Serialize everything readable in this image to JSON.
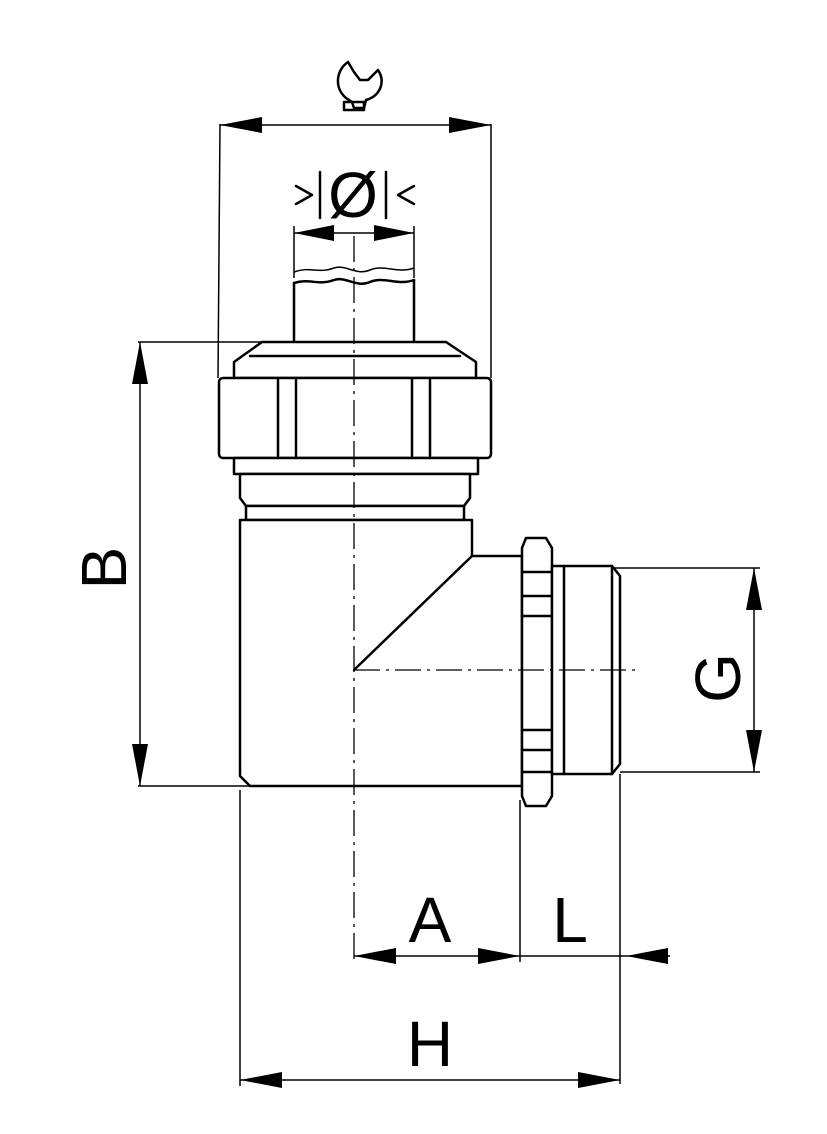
{
  "labels": {
    "diameter": "Ø",
    "B": "B",
    "G": "G",
    "A": "A",
    "L": "L",
    "H": "H"
  },
  "icons": {
    "wrench": "wrench-icon"
  },
  "colors": {
    "line": "#000000",
    "background": "#ffffff"
  }
}
